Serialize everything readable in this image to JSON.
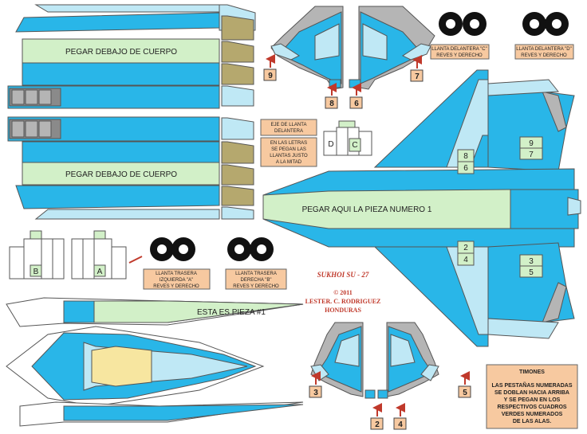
{
  "labels": {
    "body_glue_top": "PEGAR DEBAJO DE CUERPO",
    "body_glue_bottom": "PEGAR DEBAJO DE CUERPO",
    "glue_piece_1": "PEGAR AQUI LA PIEZA NUMERO 1",
    "this_is_piece_1": "ESTA ES PIEZA #1",
    "model_name": "SUKHOI SU - 27",
    "copyright": "© 2011",
    "author": "LESTER. C. RODRIGUEZ",
    "country": "HONDURAS"
  },
  "notes": {
    "front_wheel_axle": [
      "EJE DE LLANTA",
      "DELANTERA"
    ],
    "letters_glue": [
      "EN LAS LETRAS",
      "SE PEGAN LAS",
      "LLANTAS JUSTO",
      "A LA MITAD"
    ],
    "front_wheel_c": [
      "LLANTA  DELANTERA \"C\"",
      "REVES  Y  DERECHO"
    ],
    "front_wheel_d": [
      "LLANTA  DELANTERA \"D\"",
      "REVES  Y  DERECHO"
    ],
    "rear_wheel_a": [
      "LLANTA  TRASERA",
      "IZQUIERDA  \"A\"",
      "REVES  Y  DERECHO"
    ],
    "rear_wheel_b": [
      "LLANTA  TRASERA",
      "DERECHA  \"B\"",
      "REVES  Y  DERECHO"
    ]
  },
  "timones": {
    "title": "TIMONES",
    "lines": [
      "LAS PESTAÑAS NUMERADAS",
      "SE DOBLAN HACIA ARRIBA",
      "Y SE PEGAN EN LOS",
      "RESPECTIVOS CUADROS",
      "VERDES NUMERADOS",
      "DE LAS ALAS."
    ]
  },
  "tab_numbers": {
    "top_left": "9",
    "top_right": "7",
    "top_mid_left": "8",
    "top_mid_right": "6",
    "bottom_left": "3",
    "bottom_right": "5",
    "bottom_mid_left": "2",
    "bottom_mid_right": "4"
  },
  "wing_squares": {
    "upper_inner_a": "8",
    "upper_inner_b": "6",
    "upper_outer_a": "9",
    "upper_outer_b": "7",
    "lower_inner_a": "2",
    "lower_inner_b": "4",
    "lower_outer_a": "3",
    "lower_outer_b": "5"
  },
  "wheel_letters": {
    "a": "A",
    "b": "B",
    "c": "C",
    "d": "D"
  },
  "colors": {
    "blue": "#29b6e8",
    "light_blue": "#bfe8f5",
    "green": "#d2f0c8",
    "note_bg": "#f7c9a0",
    "grey": "#b5b5b5",
    "olive": "#b5a86e",
    "tab_red": "#c0392b",
    "title_red": "#c0392b"
  }
}
